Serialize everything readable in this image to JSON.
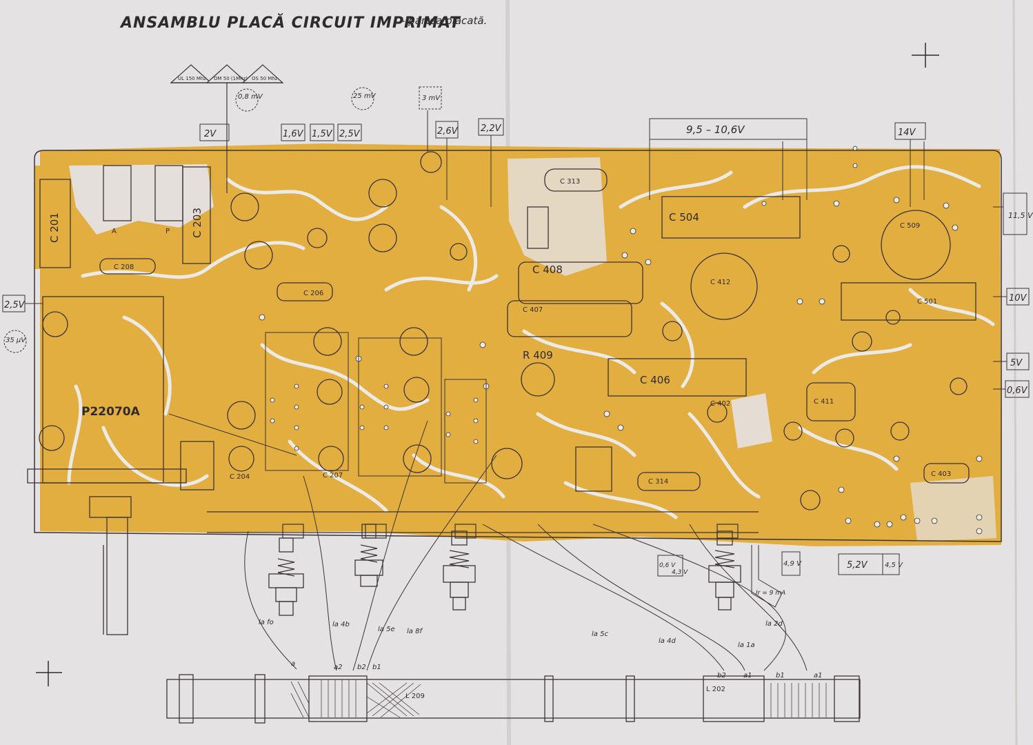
{
  "title": "ANSAMBLU PLACĂ CIRCUIT IMPRIMAT",
  "subtitle": "- partea placată.",
  "range_markers": [
    {
      "label": "UL 150 Mhz"
    },
    {
      "label": "OM 50 (1Mhz)"
    },
    {
      "label": "OS 50 Mhz"
    }
  ],
  "signal_levels": [
    "0,8 mV",
    "25 mV",
    "3 mV",
    "35 μV"
  ],
  "voltages": {
    "v2": "2V",
    "v16": "1,6V",
    "v15": "1,5V",
    "v25": "2,5V",
    "v26": "2,6V",
    "v22": "2,2V",
    "v95": "9,5 – 10,6V",
    "v14": "14V",
    "v115": "11,5 V",
    "v10": "10V",
    "v5": "5V",
    "v06": "0,6V",
    "v25l": "2,5V",
    "v065": "0,6 V",
    "v43": "4,3 V",
    "v49": "4,9 V",
    "v52": "5,2V",
    "v45": "4,5 V",
    "ir": "Ir = 9 mA"
  },
  "components": {
    "c201": "C 201",
    "c203": "C 203",
    "c208": "C 208",
    "c206": "C 206",
    "c204": "C 204",
    "c207": "C 207",
    "r409": "R 409",
    "c408": "C 408",
    "c407": "C 407",
    "c406": "C 406",
    "c412": "C 412",
    "c313": "C 313",
    "c504": "C 504",
    "c509": "C 509",
    "c501": "C 501",
    "c411": "C 411",
    "c403": "C 403",
    "c314": "C 314",
    "c402": "C 402",
    "p22070a": "P22070A",
    "l202": "L 202",
    "l209": "L 209",
    "switch_a": "A",
    "switch_p": "P"
  },
  "wire_labels": {
    "w1": "la fo",
    "w2": "la 4b",
    "w3": "la 5e",
    "w4": "la 8f",
    "w5": "la 5c",
    "w6": "la 4d",
    "w7": "la 1a",
    "w8": "la 2d"
  },
  "coil_taps": [
    "a",
    "a2",
    "b2",
    "b1",
    "b2",
    "a1",
    "b1",
    "a1"
  ],
  "colors": {
    "paper": "#e4e2e3",
    "copper": "#e3ae40",
    "ink": "#3a3336",
    "trace_gap": "#eceae7"
  }
}
